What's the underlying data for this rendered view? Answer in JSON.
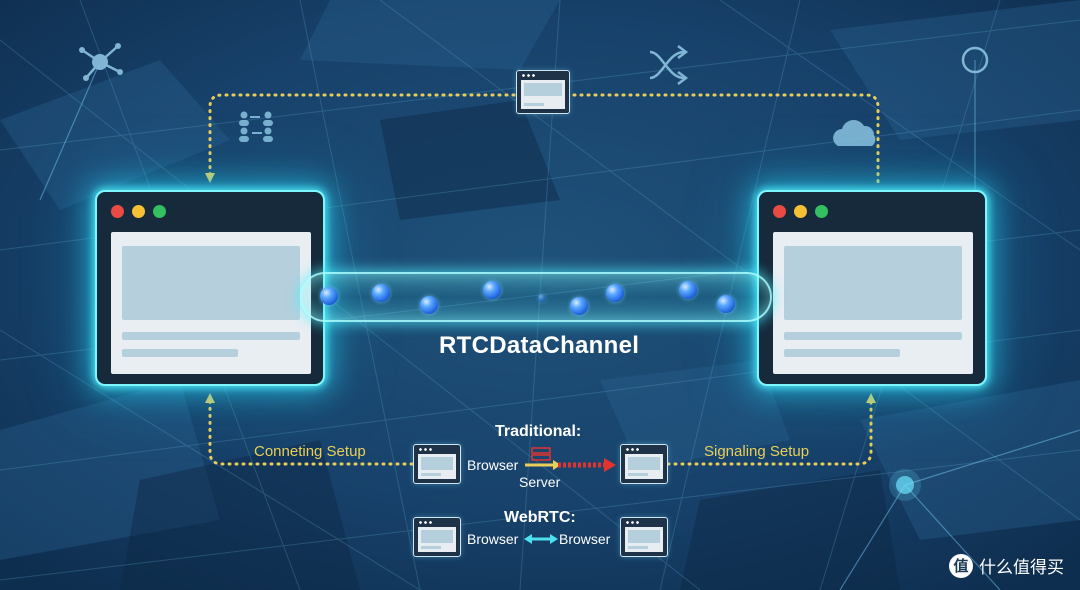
{
  "diagram": {
    "channel_title": "RTCDataChannel",
    "left_label": "Conneting Setup",
    "right_label": "Signaling Setup",
    "traditional": {
      "title": "Traditional:",
      "browser": "Browser",
      "server": "Server"
    },
    "webrtc": {
      "title": "WebRTC:",
      "browser_left": "Browser",
      "browser_right": "Browser"
    }
  },
  "watermark": {
    "logo": "值",
    "text": "什么值得买"
  },
  "icons": [
    "network-node-icon",
    "shuffle-icon",
    "users-exchange-icon",
    "cloud-icon",
    "browser-window-icon"
  ],
  "colors": {
    "background": "#123456",
    "glow": "#7ff6ff",
    "dotted_line": "#e9cf58",
    "window_dot_red": "#e94b44",
    "window_dot_yellow": "#f5c033",
    "window_dot_green": "#34c060",
    "data_ball": "#2f7dff",
    "arrow_blocked": "#e2342f",
    "arrow_direct": "#4fe0ef"
  }
}
